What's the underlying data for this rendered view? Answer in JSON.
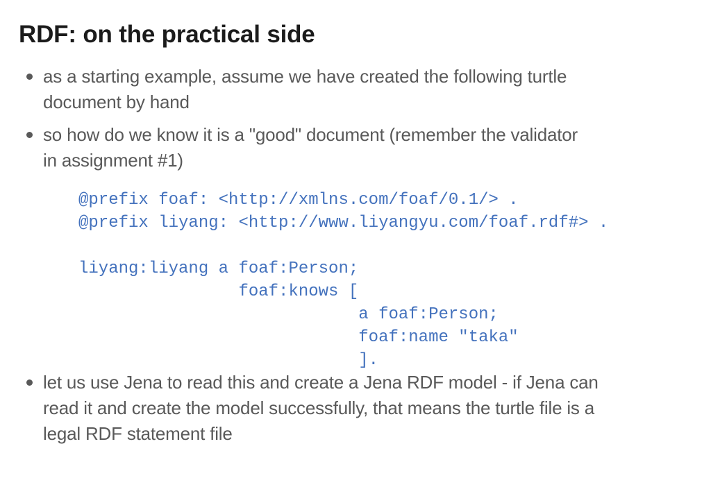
{
  "title": {
    "emphasis": "RDF",
    "rest": ": on the practical side"
  },
  "bullets": [
    {
      "lines": [
        "as a starting example, assume we have created the following turtle",
        "document by hand"
      ]
    },
    {
      "lines": [
        "so how do we know it is a \"good\" document (remember the validator",
        "in assignment #1)"
      ]
    },
    {
      "lines": [
        "let us use Jena to read this and create a Jena RDF model - if Jena can",
        "read it and create the model successfully, that means the turtle file is a",
        "legal RDF statement file"
      ]
    }
  ],
  "code": {
    "text": "@prefix foaf: <http://xmlns.com/foaf/0.1/> .\n@prefix liyang: <http://www.liyangyu.com/foaf.rdf#> .\n\nliyang:liyang a foaf:Person;\n                foaf:knows [\n                            a foaf:Person;\n                            foaf:name \"taka\"\n                            ]."
  },
  "colors": {
    "title": "#1b1b1b",
    "body_text": "#595959",
    "code_text": "#4472bd",
    "background": "#ffffff"
  }
}
